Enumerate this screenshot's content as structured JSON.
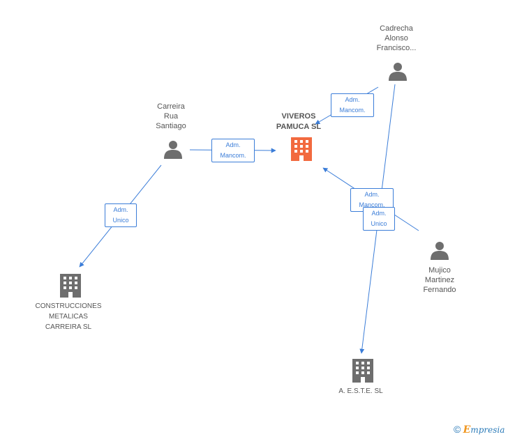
{
  "nodes": {
    "center": {
      "lines": [
        "VIVEROS",
        "PAMUCA SL"
      ],
      "type": "company",
      "color": "#f26a3f"
    },
    "carreira": {
      "lines": [
        "Carreira",
        "Rua",
        "Santiago"
      ],
      "type": "person"
    },
    "cadrecha": {
      "lines": [
        "Cadrecha",
        "Alonso",
        "Francisco..."
      ],
      "type": "person"
    },
    "mujico": {
      "lines": [
        "Mujico",
        "Martinez",
        "Fernando"
      ],
      "type": "person"
    },
    "construcciones": {
      "lines": [
        "CONSTRUCCIONES",
        "METALICAS",
        "CARREIRA SL"
      ],
      "type": "company"
    },
    "aeste": {
      "lines": [
        "A. E.S.T.E. SL"
      ],
      "type": "company"
    }
  },
  "edges": {
    "carreira_center": {
      "lines": [
        "Adm.",
        "Mancom."
      ]
    },
    "cadrecha_center": {
      "lines": [
        "Adm.",
        "Mancom."
      ]
    },
    "mujico_center": {
      "lines": [
        "Adm.",
        "Mancom."
      ]
    },
    "carreira_construcciones": {
      "lines": [
        "Adm.",
        "Unico"
      ]
    },
    "cadrecha_aeste": {
      "lines": [
        "Adm.",
        "Unico"
      ]
    }
  },
  "colors": {
    "edge": "#3b7dd8",
    "icon_gray": "#6e6e6e",
    "company_highlight": "#f26a3f"
  },
  "brand": {
    "copyright": "©",
    "initial": "E",
    "rest": "mpresia"
  }
}
